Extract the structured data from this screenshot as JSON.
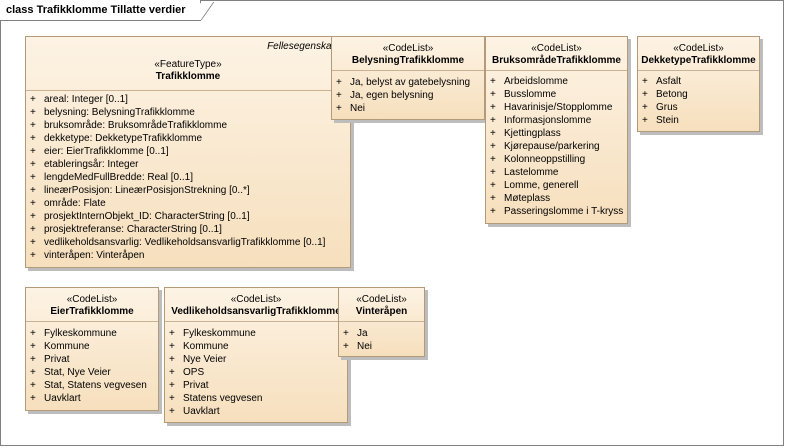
{
  "frame": {
    "title": "class Trafikklomme Tillatte verdier"
  },
  "trafikklomme": {
    "package": "Fellesegenskaper",
    "stereotype": "«FeatureType»",
    "name": "Trafikklomme",
    "attributes": [
      "areal: Integer [0..1]",
      "belysning: BelysningTrafikklomme",
      "bruksområde: BruksområdeTrafikklomme",
      "dekketype: DekketypeTrafikklomme",
      "eier: EierTrafikklomme [0..1]",
      "etableringsår: Integer",
      "lengdeMedFullBredde: Real [0..1]",
      "lineærPosisjon: LineærPosisjonStrekning [0..*]",
      "område: Flate",
      "prosjektInternObjekt_ID: CharacterString [0..1]",
      "prosjektreferanse: CharacterString [0..1]",
      "vedlikeholdsansvarlig: VedlikeholdsansvarligTrafikklomme [0..1]",
      "vinteråpen: Vinteråpen"
    ]
  },
  "belysning": {
    "stereotype": "«CodeList»",
    "name": "BelysningTrafikklomme",
    "values": [
      "Ja, belyst av gatebelysning",
      "Ja, egen belysning",
      "Nei"
    ]
  },
  "bruksomrade": {
    "stereotype": "«CodeList»",
    "name": "BruksområdeTrafikklomme",
    "values": [
      "Arbeidslomme",
      "Busslomme",
      "Havarinisje/Stopplomme",
      "Informasjonslomme",
      "Kjettingplass",
      "Kjørepause/parkering",
      "Kolonneoppstilling",
      "Lastelomme",
      "Lomme, generell",
      "Møteplass",
      "Passeringslomme i T-kryss"
    ]
  },
  "dekketype": {
    "stereotype": "«CodeList»",
    "name": "DekketypeTrafikklomme",
    "values": [
      "Asfalt",
      "Betong",
      "Grus",
      "Stein"
    ]
  },
  "eier": {
    "stereotype": "«CodeList»",
    "name": "EierTrafikklomme",
    "values": [
      "Fylkeskommune",
      "Kommune",
      "Privat",
      "Stat, Nye Veier",
      "Stat, Statens vegvesen",
      "Uavklart"
    ]
  },
  "vedlikehold": {
    "stereotype": "«CodeList»",
    "name": "VedlikeholdsansvarligTrafikklomme",
    "values": [
      "Fylkeskommune",
      "Kommune",
      "Nye Veier",
      "OPS",
      "Privat",
      "Statens vegvesen",
      "Uavklart"
    ]
  },
  "vinteropen": {
    "stereotype": "«CodeList»",
    "name": "Vinteråpen",
    "values": [
      "Ja",
      "Nei"
    ]
  },
  "plus_sign": "+"
}
